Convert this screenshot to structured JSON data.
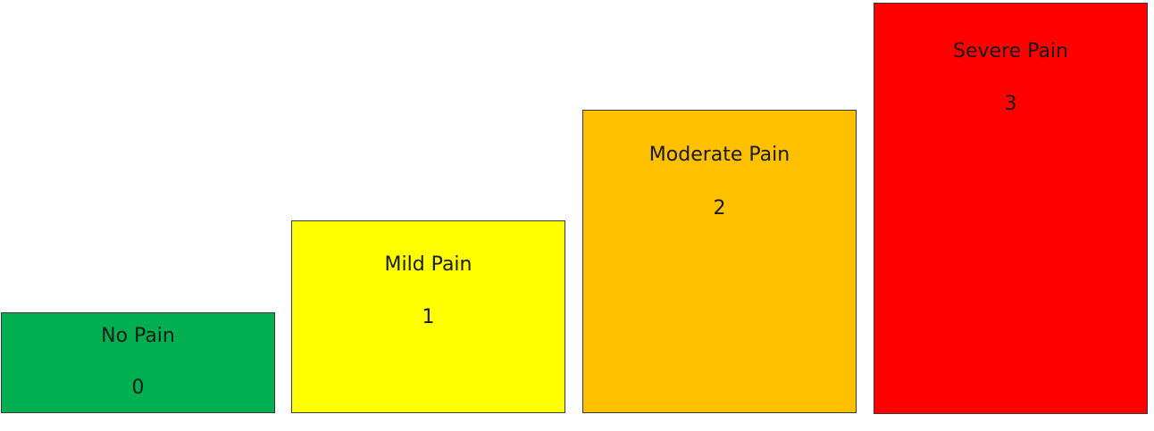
{
  "pain_scale": {
    "levels": [
      {
        "label": "No Pain",
        "score": "0",
        "color": "#00B050"
      },
      {
        "label": "Mild Pain",
        "score": "1",
        "color": "#FFFF00"
      },
      {
        "label": "Moderate Pain",
        "score": "2",
        "color": "#FFC000"
      },
      {
        "label": "Severe Pain",
        "score": "3",
        "color": "#FF0000"
      }
    ]
  }
}
